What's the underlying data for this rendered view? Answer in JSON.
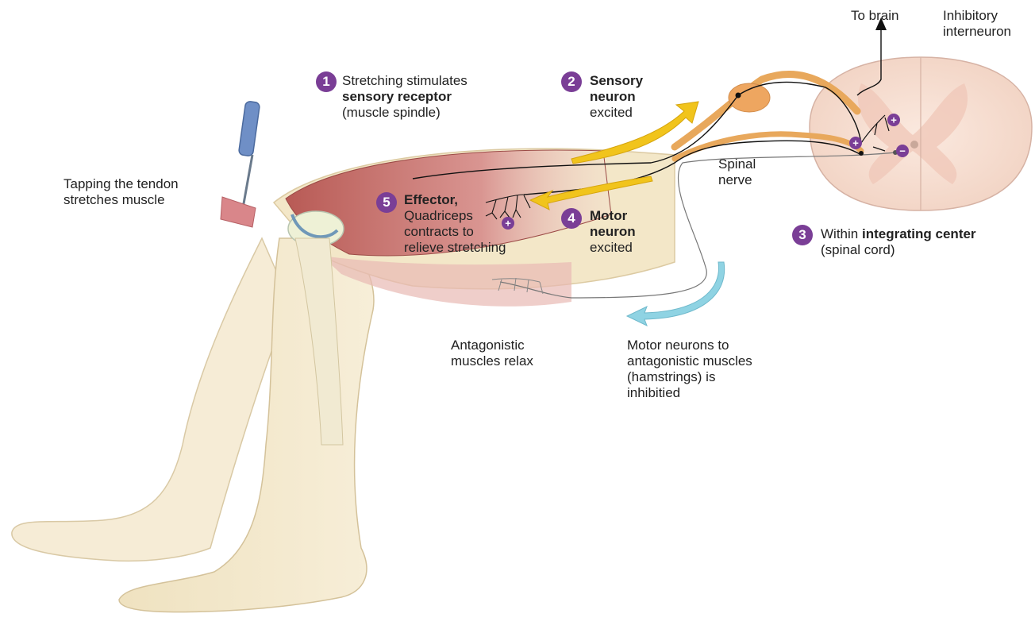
{
  "labels": {
    "to_brain": "To brain",
    "inhibitory": [
      "Inhibitory",
      "interneuron"
    ],
    "step1": {
      "num": "1",
      "line1": "Stretching stimulates",
      "line2": "sensory receptor",
      "line3": "(muscle spindle)"
    },
    "step2": {
      "num": "2",
      "line1": "Sensory",
      "line2": "neuron",
      "line3": "excited"
    },
    "step3": {
      "num": "3",
      "prefix": "Within ",
      "bold": "integrating center",
      "line2": "(spinal cord)"
    },
    "step4": {
      "num": "4",
      "line1": "Motor",
      "line2": "neuron",
      "line3": "excited"
    },
    "step5": {
      "num": "5",
      "line1": "Effector,",
      "line2": "Quadriceps",
      "line3": "contracts to",
      "line4": "relieve stretching"
    },
    "tapping": [
      "Tapping the tendon",
      "stretches muscle"
    ],
    "spinal_nerve": [
      "Spinal",
      "nerve"
    ],
    "antagonistic": [
      "Antagonistic",
      "muscles relax"
    ],
    "motor_neurons_hamstrings": [
      "Motor neurons to",
      "antagonistic muscles",
      "(hamstrings) is",
      "inhibitied"
    ]
  },
  "synapse_signs": {
    "plus": "+",
    "minus": "−"
  },
  "colors": {
    "step_badge": "#7a3e96",
    "sensory_arrow": "#f1c41c",
    "inhibition_arrow": "#8fd3e3",
    "muscle": "#c97a72",
    "skin": "#f3e7c8",
    "nerve": "#e8a85c",
    "spinal_cord": "#f6e0d5"
  }
}
